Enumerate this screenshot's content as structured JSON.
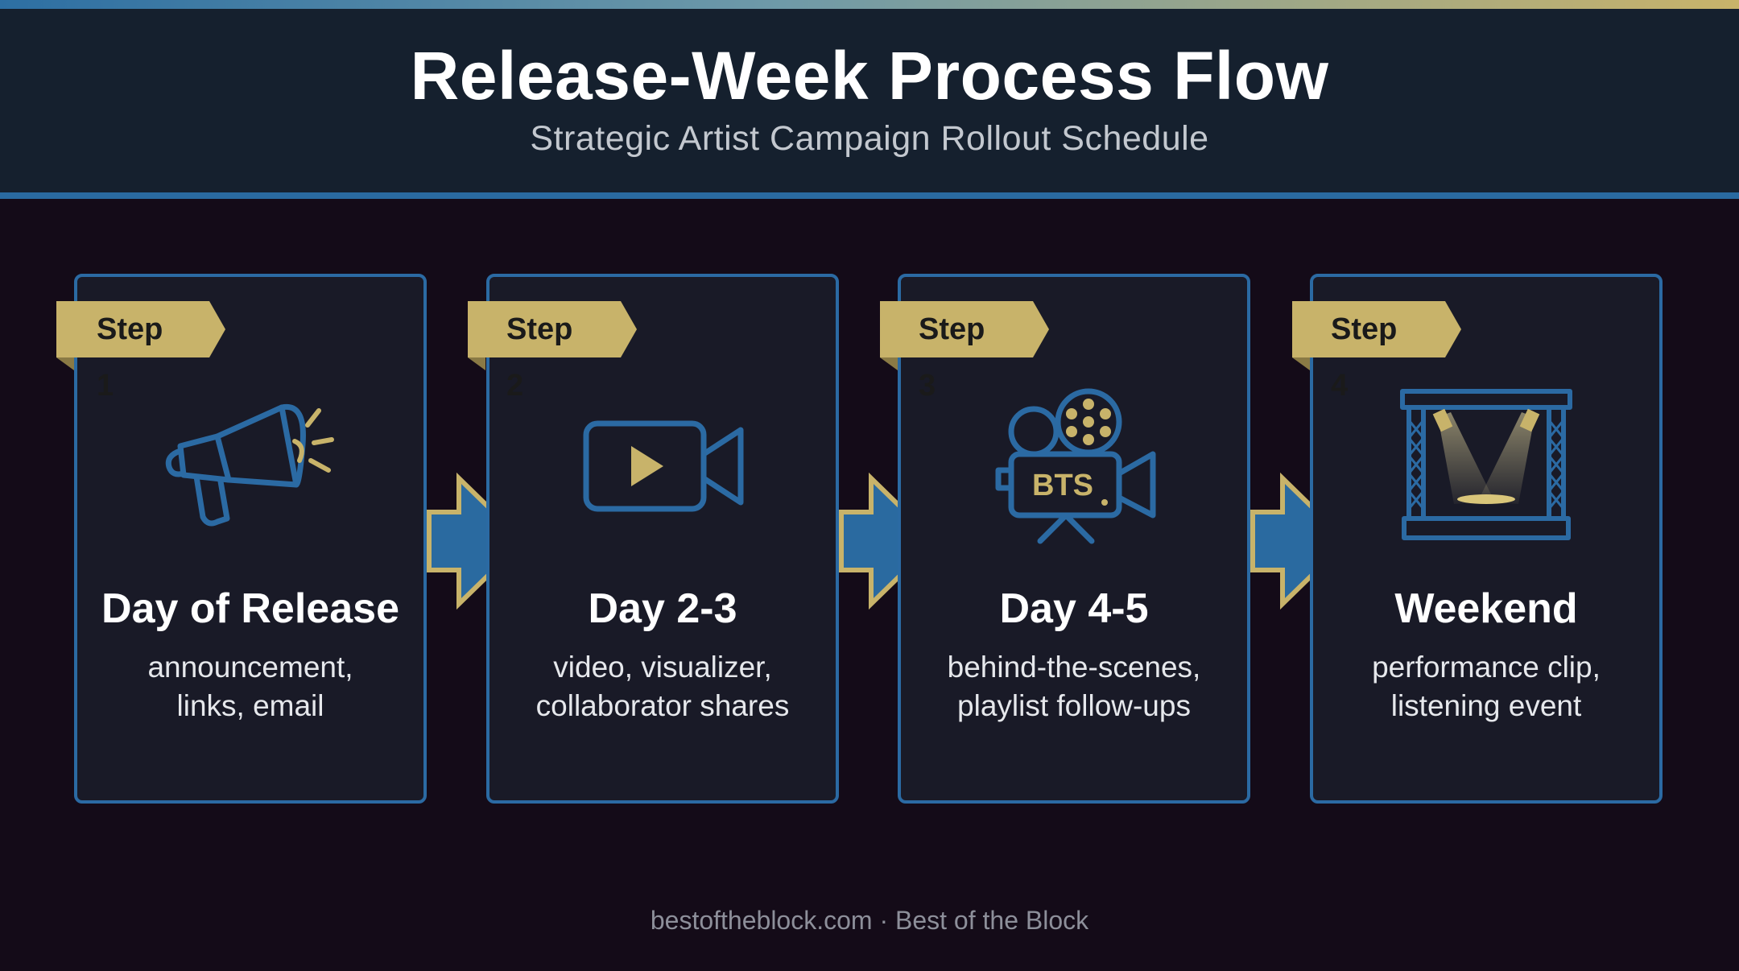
{
  "header": {
    "title": "Release-Week Process Flow",
    "subtitle": "Strategic Artist Campaign Rollout Schedule"
  },
  "steps": [
    {
      "tag": "Step 1",
      "title": "Day of Release",
      "desc_line1": "announcement,",
      "desc_line2": "links, email",
      "icon": "megaphone-icon"
    },
    {
      "tag": "Step 2",
      "title": "Day 2-3",
      "desc_line1": "video, visualizer,",
      "desc_line2": "collaborator shares",
      "icon": "video-camera-icon"
    },
    {
      "tag": "Step 3",
      "title": "Day 4-5",
      "desc_line1": "behind-the-scenes,",
      "desc_line2": "playlist follow-ups",
      "icon_text": "BTS",
      "icon": "film-camera-icon"
    },
    {
      "tag": "Step 4",
      "title": "Weekend",
      "desc_line1": "performance clip,",
      "desc_line2": "listening event",
      "icon": "stage-spotlight-icon"
    }
  ],
  "footer": "bestoftheblock.com · Best of the Block",
  "colors": {
    "background": "#140b18",
    "header": "#15202e",
    "accent_blue": "#2b6aa3",
    "accent_gold": "#c8b36a"
  }
}
